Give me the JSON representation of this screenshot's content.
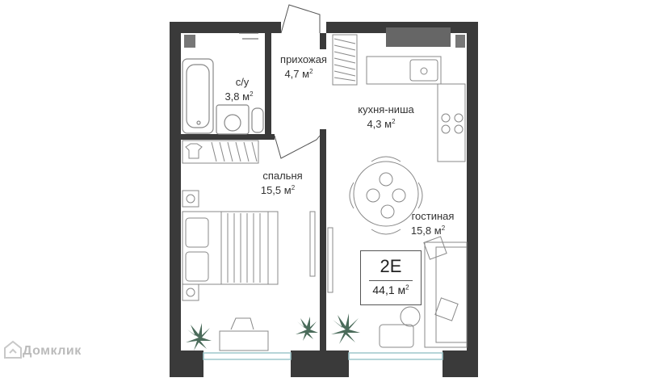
{
  "rooms": {
    "hallway": {
      "name": "прихожая",
      "area": "4,7 м",
      "unit_sup": "2"
    },
    "bathroom": {
      "name": "с/у",
      "area": "3,8 м",
      "unit_sup": "2"
    },
    "kitchen": {
      "name": "кухня-ниша",
      "area": "4,3 м",
      "unit_sup": "2"
    },
    "bedroom": {
      "name": "спальня",
      "area": "15,5 м",
      "unit_sup": "2"
    },
    "living": {
      "name": "гостиная",
      "area": "15,8 м",
      "unit_sup": "2"
    }
  },
  "apartment": {
    "type": "2Е",
    "total_area": "44,1 м",
    "unit_sup": "2"
  },
  "watermark": {
    "text": "Домклик"
  },
  "colors": {
    "wall": "#3a3a3a",
    "window": "#9ec7cc",
    "plant": "#4a6b5a",
    "furniture": "#8a8a8a",
    "floor": "#ffffff"
  }
}
